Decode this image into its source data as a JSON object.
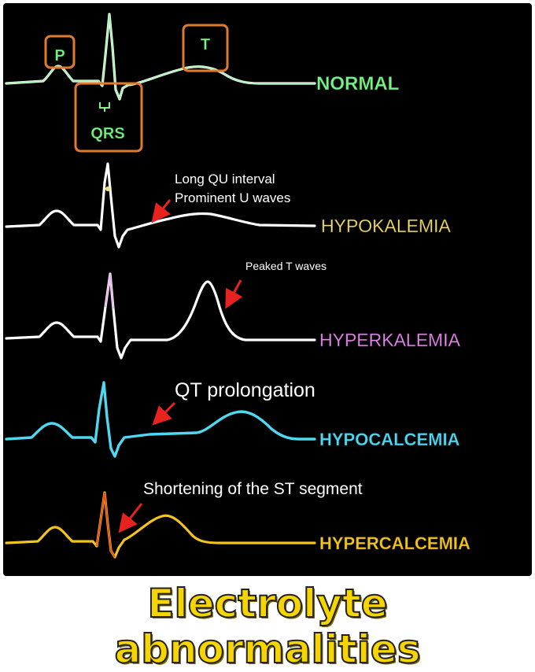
{
  "footer_title": "Electrolyte abnormalities",
  "normal": {
    "label": "NORMAL",
    "color": "#7CF08A",
    "boxes": {
      "p": "P",
      "t": "T",
      "qrs": "QRS"
    },
    "box_color": "#E07A2E"
  },
  "hypokalemia": {
    "label": "HYPOKALEMIA",
    "color": "#F2E27A",
    "annotation_line1": "Long QU interval",
    "annotation_line2": "Prominent U waves"
  },
  "hyperkalemia": {
    "label": "HYPERKALEMIA",
    "color": "#E78CF0",
    "annotation": "Peaked T waves"
  },
  "hypocalcemia": {
    "label": "HYPOCALCEMIA",
    "color": "#4FD8F0",
    "annotation": "QT prolongation"
  },
  "hypercalcemia": {
    "label": "HYPERCALCEMIA",
    "color": "#F3C41B",
    "annotation": "Shortening of the ST segment"
  },
  "arrow_color": "#E8231F"
}
